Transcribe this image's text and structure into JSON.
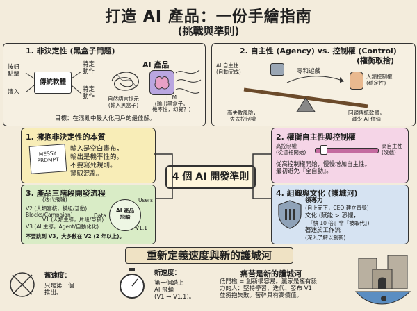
{
  "header": {
    "title": "打造 AI 產品：一份手繪指南",
    "subtitle": "(挑戰與準則)"
  },
  "panel1": {
    "title": "1. 非決定性 (黑盒子問題)",
    "input1": "按鈕\n點擊",
    "input2": "清入",
    "arrow_mid": "→",
    "traditional": "傳統軟體",
    "out1": "特定\n動作",
    "out2": "特定\n動作",
    "ai_label": "AI 產品",
    "nl_prompt": "自然語言提示\n(輸入黑盒子)",
    "llm": "LLM\n(輸出黑盒子，\n機率性，幻覺？)",
    "goal": "目標：在混亂中最大化用戶的最佳解。"
  },
  "panel2": {
    "title": "2. 自主性 (Agency) vs. 控制權 (Control)",
    "subtitle": "(權衡取捨)",
    "ai_auto": "AI 自主性\n(自動完成)",
    "zero_sum": "零和遊戲",
    "human": "人類控制權\n(穩定性)",
    "risk": "高失敗風險，\n失去控制權",
    "reward": "回歸傳統軟體，\n減少 AI 價值"
  },
  "center": {
    "label": "4 個 AI 開發準則"
  },
  "card1": {
    "title": "1. 擁抱非決定性的本質",
    "messy": "MESSY\nPROMPT",
    "text": "輸入是空白畫布，\n輸出是機率性的。\n不要寫死規則。\n駕馭混亂。"
  },
  "card2": {
    "title": "2. 權衡自主性與控制權",
    "high_control": "高控制權\n(從這裡開始)",
    "high_agency": "高自主性\n(沒戲)",
    "text": "從高控制權開始，慢慢增加自主性。\n最初避免『全自動』。"
  },
  "card3": {
    "title": "3. 產品三階段開發流程",
    "subtitle": "(迭代飛輪)",
    "v1": "V1 (人類主導，片段/草稿)",
    "v2": "V2 (人類審核，模組/活動)\nBlocks/Campaign)",
    "v3": "V3 (AI 主導，Agent/自動化化)",
    "flywheel": "AI 產品\n飛輪",
    "users": "Users",
    "data": "Data",
    "v11": "V1.1",
    "footer": "不要跳到 V3，大多數在 V2 (2 年以上)。"
  },
  "card4": {
    "title": "4. 組織與文化 (護城河)",
    "lead": "領導力",
    "lead_sub": "(自上而下，CEO 建立直覺)",
    "culture": "文化 (賦能 > 恐懼，",
    "culture2": "『快 10 倍』非『被取代』)",
    "workflow": "著迷於工作流",
    "workflow_sub": "(深入了解以創新)"
  },
  "banner": {
    "label": "重新定義速度與新的護城河"
  },
  "bottom": {
    "old_speed_title": "舊速度：",
    "old_speed_text": "只是第一個\n推出。",
    "new_speed_title": "新速度：",
    "new_speed_text": "第一個踏上\nAI 飛輪\n(V1 → V1.1)。",
    "moat_title": "痛苦是新的護城河",
    "moat_text": "低門檻 = 創新很容易。贏家是擁有毅\n力的人：堅持學習、迭代、發布 V1\n並擁抱失敗。苦幹具有高價值。"
  },
  "colors": {
    "bg": "#f3ecdc",
    "yellow": "#f8edb7",
    "pink": "#f5d5e7",
    "green": "#d9ecc6",
    "blue": "#d6e3f2"
  }
}
